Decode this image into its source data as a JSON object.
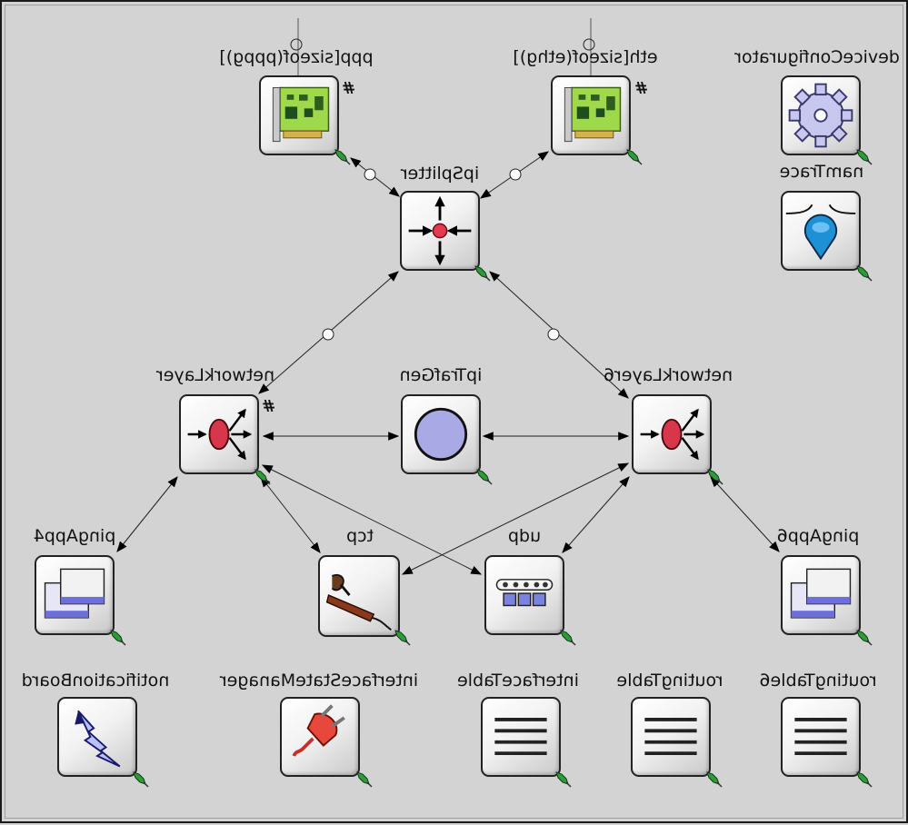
{
  "modules": {
    "ppp": {
      "label": "ppp[sizeof(pppg)]",
      "icon": "network-card-icon",
      "vector": true
    },
    "eth": {
      "label": "eth[sizeof(ethg)]",
      "icon": "network-card-icon",
      "vector": true
    },
    "deviceConfigurator": {
      "label": "deviceConfigurator",
      "icon": "gear-icon"
    },
    "namTrace": {
      "label": "namTrace",
      "icon": "nam-trace-icon"
    },
    "ipSplitter": {
      "label": "ipSplitter",
      "icon": "splitter-icon"
    },
    "networkLayer": {
      "label": "networkLayer",
      "icon": "network-layer-icon",
      "vector": true
    },
    "ipTrafGen": {
      "label": "ipTrafGen",
      "icon": "circle-icon"
    },
    "networkLayer6": {
      "label": "networkLayer6",
      "icon": "network-layer-icon"
    },
    "pingApp": {
      "label": "pingApp4",
      "icon": "app-windows-icon"
    },
    "tcp": {
      "label": "tcp",
      "icon": "tcp-icon"
    },
    "udp": {
      "label": "udp",
      "icon": "udp-icon"
    },
    "pingApp6": {
      "label": "pingApp6",
      "icon": "app-windows-icon"
    },
    "notificationBoard": {
      "label": "notificationBoard",
      "icon": "lightning-icon"
    },
    "interfaceStateManager": {
      "label": "interfaceStateManager",
      "icon": "plug-icon"
    },
    "interfaceTable": {
      "label": "interfaceTable",
      "icon": "table-lines-icon"
    },
    "routingTable": {
      "label": "routingTable",
      "icon": "table-lines-icon"
    },
    "routingTable6": {
      "label": "routingTable6",
      "icon": "table-lines-icon"
    }
  },
  "vector_marker": "#",
  "colors": {
    "background": "#d3d3d3",
    "card_green": "#9fd84b",
    "ellipse_red": "#d8364a",
    "circle_fill": "#a9a9e6",
    "plug_red": "#e8483c",
    "gear_fill": "#c7c7ef",
    "udp_blue": "#7b83e0"
  }
}
